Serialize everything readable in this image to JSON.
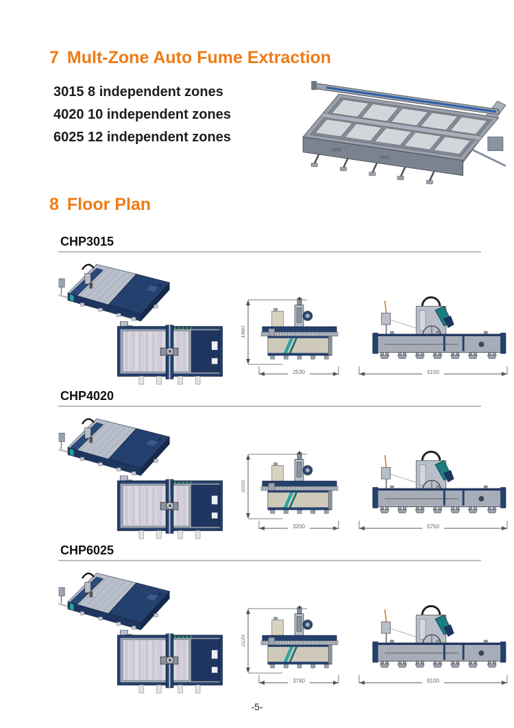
{
  "page": {
    "number": "-5-"
  },
  "colors": {
    "accent": "#ef7b16",
    "machine_navy": "#24406e",
    "machine_gray": "#a7adb8",
    "teal": "#2ba39e"
  },
  "fume_section": {
    "heading_number": "7",
    "heading_title": "Mult-Zone Auto Fume Extraction",
    "zone_lines": [
      "3015 8 independent zones",
      "4020 10 independent zones",
      "6025 12 independent zones"
    ],
    "illustration": "fume-extraction-bed-isometric"
  },
  "floor_section": {
    "heading_number": "8",
    "heading_title": "Floor Plan",
    "view_icons": [
      "isometric-machine-view",
      "top-plan-view",
      "front-elevation-view",
      "side-elevation-view"
    ],
    "models": [
      {
        "name": "CHP3015",
        "height": "1980",
        "width": "2530",
        "length": "5150"
      },
      {
        "name": "CHP4020",
        "height": "2020",
        "width": "3200",
        "length": "5750"
      },
      {
        "name": "CHP6025",
        "height": "2220",
        "width": "3780",
        "length": "8100"
      }
    ]
  }
}
